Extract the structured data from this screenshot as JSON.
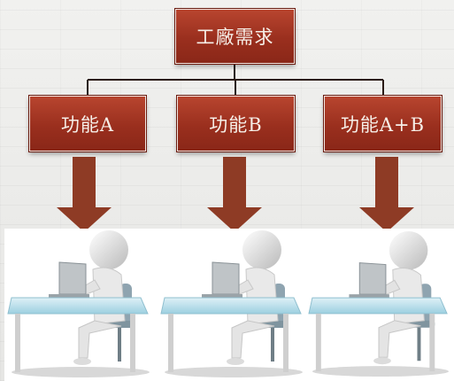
{
  "diagram": {
    "root_label": "工廠需求",
    "feature_labels": [
      "功能A",
      "功能B",
      "功能A+B"
    ]
  },
  "colors": {
    "box_fill": "#9a2f1e",
    "arrow_fill": "#8e3b25",
    "connector": "#2b1a14"
  },
  "icons": [
    "person-at-computer-icon",
    "person-at-computer-icon",
    "person-at-computer-icon"
  ]
}
